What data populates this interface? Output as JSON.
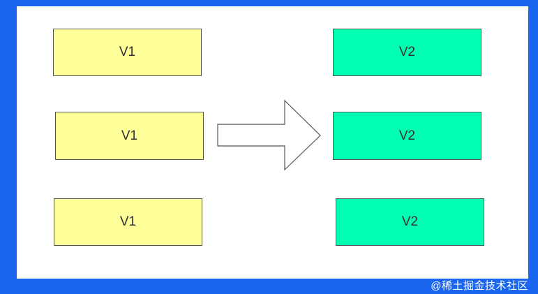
{
  "diagram": {
    "left_boxes": [
      "V1",
      "V1",
      "V1"
    ],
    "right_boxes": [
      "V2",
      "V2",
      "V2"
    ]
  },
  "colors": {
    "frame": "#1a66ee",
    "v1_fill": "#ffff99",
    "v2_fill": "#00ffb0",
    "border": "#555555"
  },
  "icons": {
    "arrow": "right-arrow-icon"
  },
  "watermark": {
    "text": "@稀土掘金技术社区"
  }
}
